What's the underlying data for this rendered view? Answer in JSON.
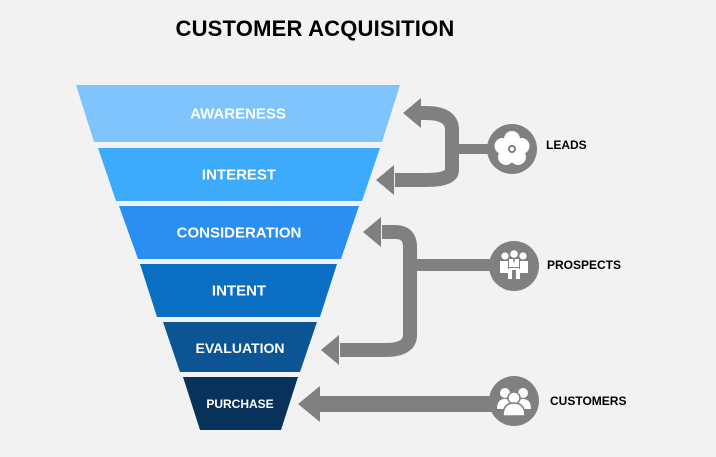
{
  "title": "CUSTOMER ACQUISITION",
  "stages": [
    {
      "label": "AWARENESS",
      "color": "#7fc4fd"
    },
    {
      "label": "INTEREST",
      "color": "#3dabfc"
    },
    {
      "label": "CONSIDERATION",
      "color": "#2a8ff0"
    },
    {
      "label": "INTENT",
      "color": "#0a6fc2"
    },
    {
      "label": "EVALUATION",
      "color": "#0d5494"
    },
    {
      "label": "PURCHASE",
      "color": "#08325a"
    }
  ],
  "groups": [
    {
      "label": "LEADS",
      "icon": "flower-icon",
      "targets": [
        "AWARENESS",
        "INTEREST"
      ]
    },
    {
      "label": "PROSPECTS",
      "icon": "meeting-people-icon",
      "targets": [
        "CONSIDERATION",
        "EVALUATION"
      ]
    },
    {
      "label": "CUSTOMERS",
      "icon": "group-people-icon",
      "targets": [
        "PURCHASE"
      ]
    }
  ],
  "colors": {
    "arrow": "#808080",
    "background": "#f2f2f2"
  }
}
